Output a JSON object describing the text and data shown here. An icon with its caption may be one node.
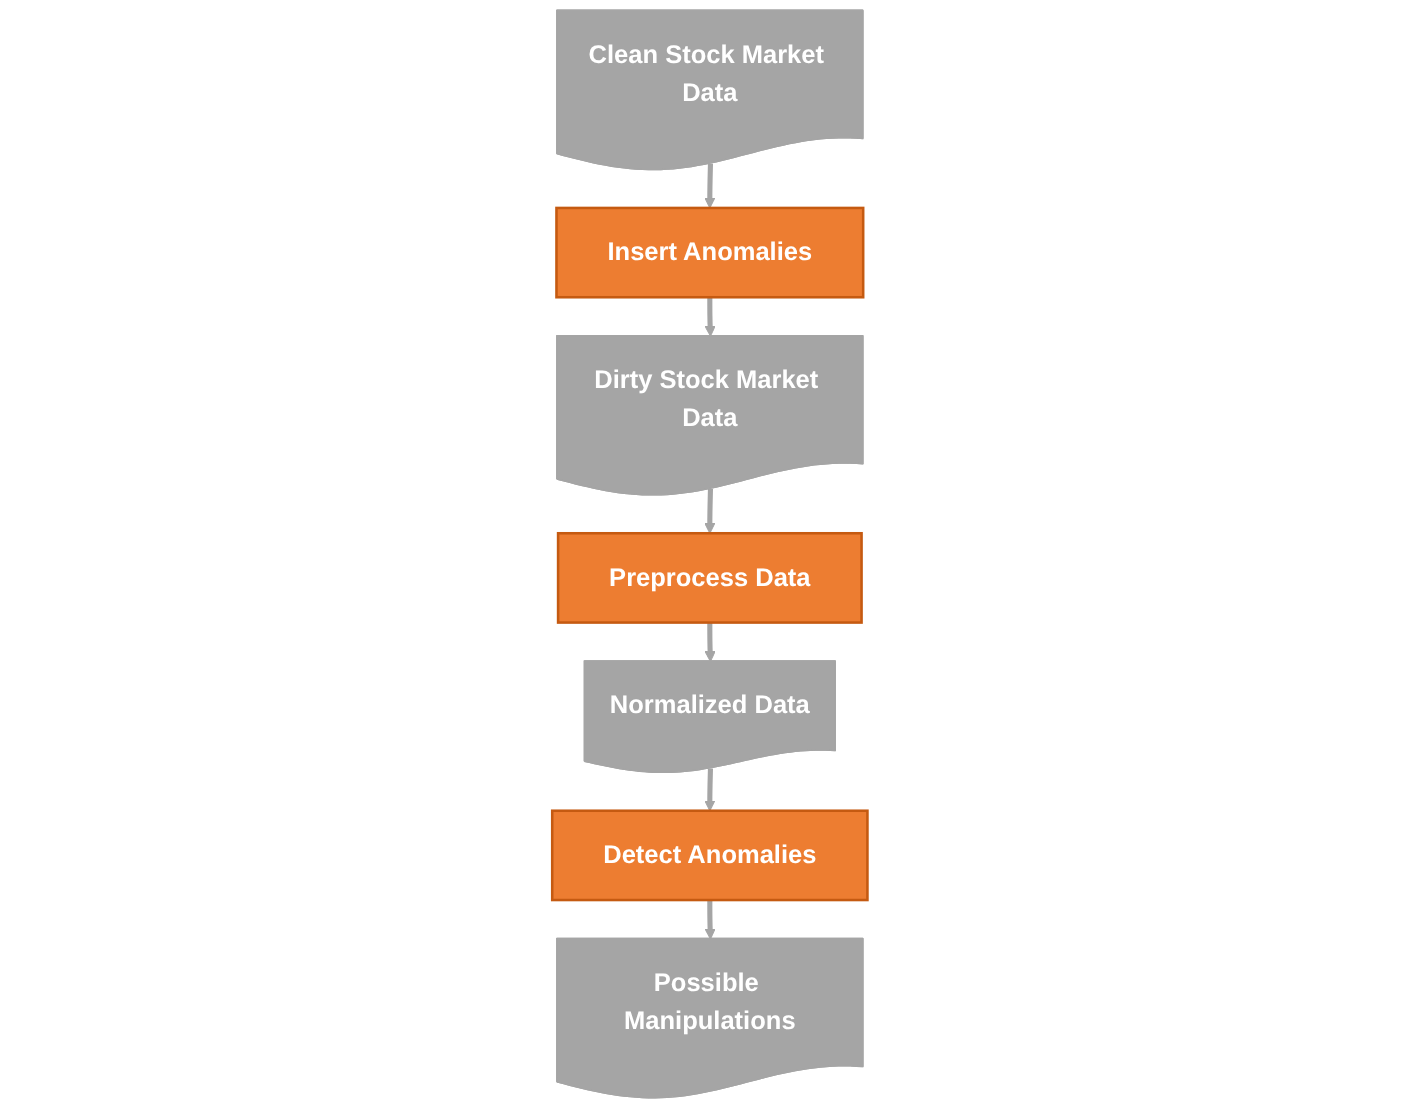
{
  "diagram": {
    "nodes": [
      {
        "text": [
          "Possible Manipulations"
        ]
      },
      {
        "text": [
          "Clean Stock Market Data"
        ]
      },
      {
        "text": [
          "Detect Anomalies"
        ]
      },
      {
        "text": [
          "Insert Anomalies"
        ]
      },
      {
        "text": [
          "Normalized Data"
        ]
      },
      {
        "text": [
          "Preprocess Data"
        ]
      },
      {
        "text": [
          "Dirty Stock Market Data"
        ]
      }
    ],
    "edges": [
      {
        "from": 1,
        "to": 3,
        "arrow": "to"
      },
      {
        "from": 3,
        "to": 6,
        "arrow": "to"
      },
      {
        "from": 6,
        "to": 5,
        "arrow": "to"
      },
      {
        "from": 5,
        "to": 4,
        "arrow": "to"
      },
      {
        "from": 4,
        "to": 2,
        "arrow": "to"
      },
      {
        "from": 2,
        "to": 0,
        "arrow": "to"
      }
    ]
  }
}
